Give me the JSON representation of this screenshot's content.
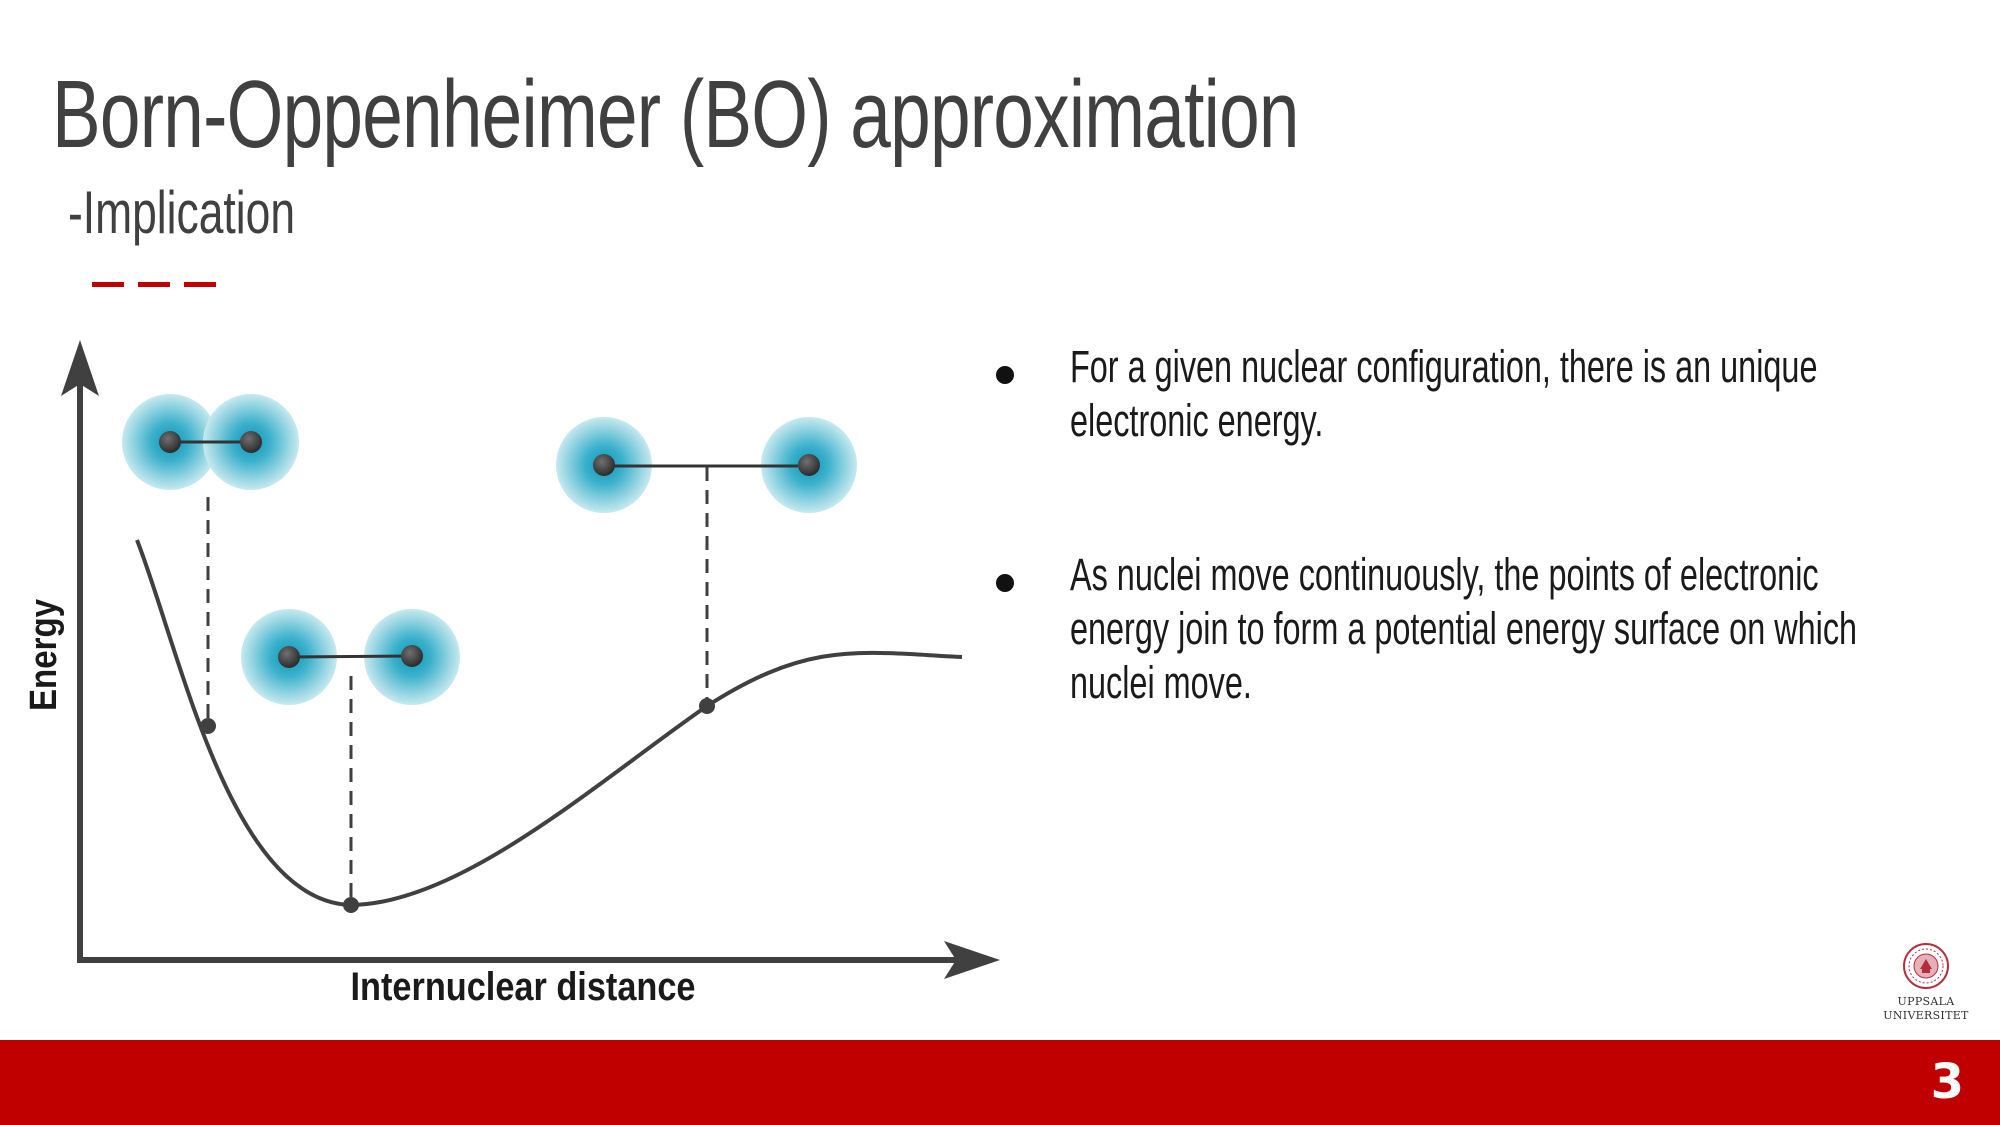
{
  "slide": {
    "title": "Born-Oppenheimer (BO) approximation",
    "subtitle": "-Implication",
    "page_number": "3"
  },
  "diagram": {
    "y_axis_label": "Energy",
    "x_axis_label": "Internuclear distance"
  },
  "bullets": [
    {
      "text": "For a given nuclear configuration, there is an unique electronic energy."
    },
    {
      "text": "As nuclei move continuously, the points of electronic energy join to form a potential energy surface on which nuclei move."
    }
  ],
  "logo": {
    "line1": "UPPSALA",
    "line2": "UNIVERSITET"
  },
  "colors": {
    "accent_red": "#c00000",
    "title_gray": "#404040",
    "electron_cloud": "#2bb0c8",
    "curve": "#404040"
  },
  "icons": {
    "bullet": "filled-circle",
    "logo": "university-seal"
  }
}
